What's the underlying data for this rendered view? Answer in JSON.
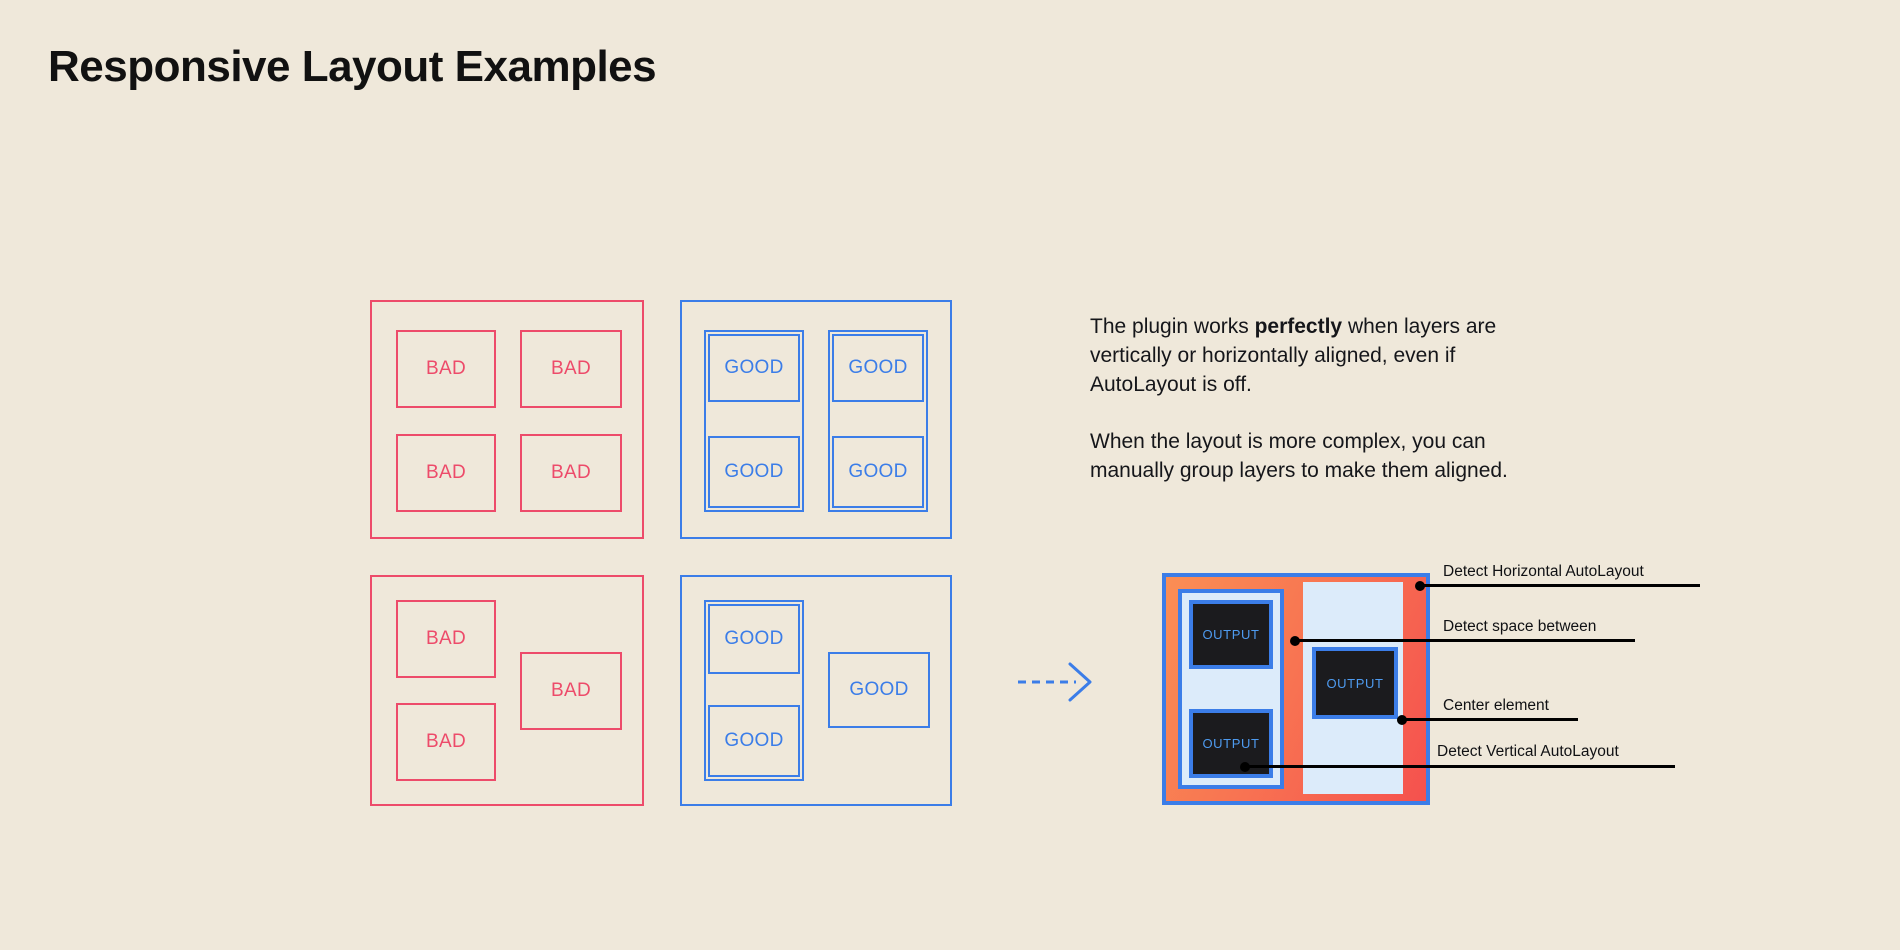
{
  "page": {
    "title": "Responsive Layout Examples",
    "background_color": "#EFE8DA"
  },
  "colors": {
    "bad_stroke": "#ED4B6A",
    "good_stroke": "#3B7DE8",
    "text": "#15161A",
    "detail_gradient_start": "#FA8E54",
    "detail_gradient_end": "#F5514E",
    "detail_panel_fill": "#DCEBFA",
    "output_fill": "#1B1B1E",
    "output_text": "#4E9BF0",
    "annotation_line": "#000000"
  },
  "examples": {
    "bad_label": "BAD",
    "good_label": "GOOD",
    "panels": [
      {
        "id": "bad-grid",
        "kind": "bad",
        "cells": [
          "BAD",
          "BAD",
          "BAD",
          "BAD"
        ]
      },
      {
        "id": "good-grid",
        "kind": "good",
        "cells": [
          "GOOD",
          "GOOD",
          "GOOD",
          "GOOD"
        ],
        "groups": 2
      },
      {
        "id": "bad-complex",
        "kind": "bad",
        "cells": [
          "BAD",
          "BAD",
          "BAD"
        ]
      },
      {
        "id": "good-complex",
        "kind": "good",
        "cells": [
          "GOOD",
          "GOOD",
          "GOOD"
        ],
        "groups": 1
      }
    ]
  },
  "arrow": {
    "direction": "right",
    "style": "dashed",
    "color": "#3B7DE8"
  },
  "description": {
    "paragraph1_part1": "The plugin works ",
    "paragraph1_bold": "perfectly",
    "paragraph1_part2": " when layers are vertically or horizontally aligned, even if AutoLayout is off.",
    "paragraph2": "When the layout is more complex, you can manually group layers to make them aligned."
  },
  "detail": {
    "output_label": "OUTPUT",
    "outputs": [
      "OUTPUT",
      "OUTPUT",
      "OUTPUT"
    ],
    "annotations": [
      {
        "id": "detect-horizontal-autolayout",
        "label": "Detect Horizontal AutoLayout"
      },
      {
        "id": "detect-space-between",
        "label": "Detect space between"
      },
      {
        "id": "center-element",
        "label": "Center element"
      },
      {
        "id": "detect-vertical-autolayout",
        "label": "Detect Vertical AutoLayout"
      }
    ]
  }
}
